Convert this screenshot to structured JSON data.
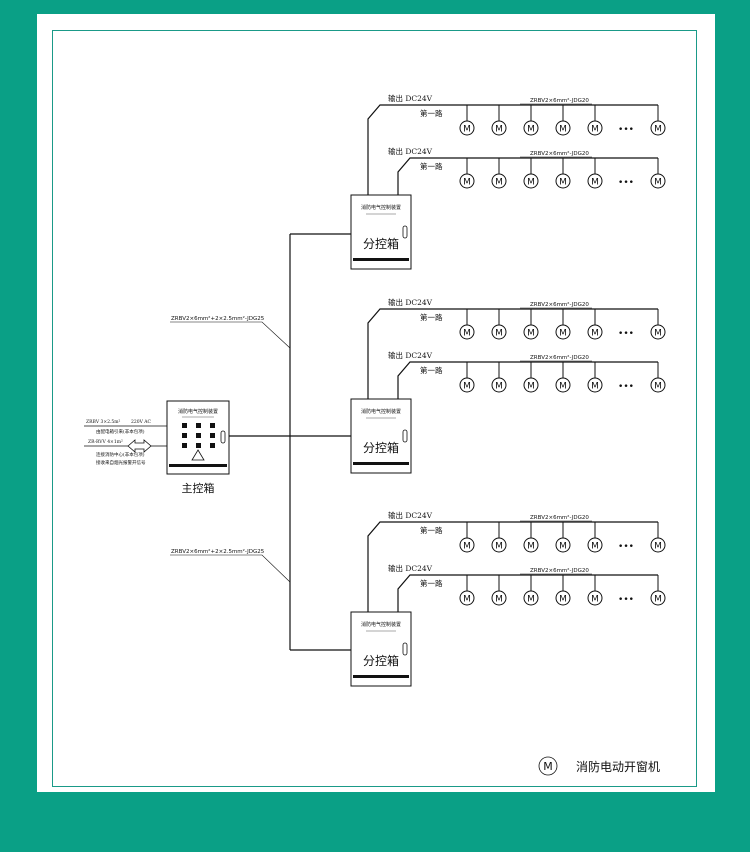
{
  "main_box": {
    "label": "主控箱",
    "panel_title": "消防电气控制装置",
    "power_cable": "ZRBV 3×2.5m²",
    "power_voltage": "220V AC",
    "power_source": "由配电箱引来(非本包项)",
    "signal_cable": "ZR-RVV 4×1m²",
    "signal_source_line1": "连接消防中心(非本包项)",
    "signal_source_line2": "接收来自烟光报警开信号"
  },
  "trunk_cable_label": "ZRBV2×6mm²+2×2.5mm²-JDG25",
  "sub_boxes": [
    {
      "label": "分控箱",
      "panel_title": "消防电气控制装置",
      "branches": [
        {
          "output_label": "输出  DC24V",
          "circuit_label": "第一路",
          "cable_label": "ZRBV2×6mm²-JDG20"
        },
        {
          "output_label": "输出  DC24V",
          "circuit_label": "第一路",
          "cable_label": "ZRBV2×6mm²-JDG20"
        }
      ]
    },
    {
      "label": "分控箱",
      "panel_title": "消防电气控制装置",
      "branches": [
        {
          "output_label": "输出  DC24V",
          "circuit_label": "第一路",
          "cable_label": "ZRBV2×6mm²-JDG20"
        },
        {
          "output_label": "输出  DC24V",
          "circuit_label": "第一路",
          "cable_label": "ZRBV2×6mm²-JDG20"
        }
      ]
    },
    {
      "label": "分控箱",
      "panel_title": "消防电气控制装置",
      "branches": [
        {
          "output_label": "输出  DC24V",
          "circuit_label": "第一路",
          "cable_label": "ZRBV2×6mm²-JDG20"
        },
        {
          "output_label": "输出  DC24V",
          "circuit_label": "第一路",
          "cable_label": "ZRBV2×6mm²-JDG20"
        }
      ]
    }
  ],
  "motor_symbol": "M",
  "ellipsis": "•••",
  "legend": {
    "symbol": "M",
    "label": "消防电动开窗机"
  },
  "colors": {
    "background": "#0aa086",
    "frame": "#1a9a88",
    "line": "#111111"
  }
}
